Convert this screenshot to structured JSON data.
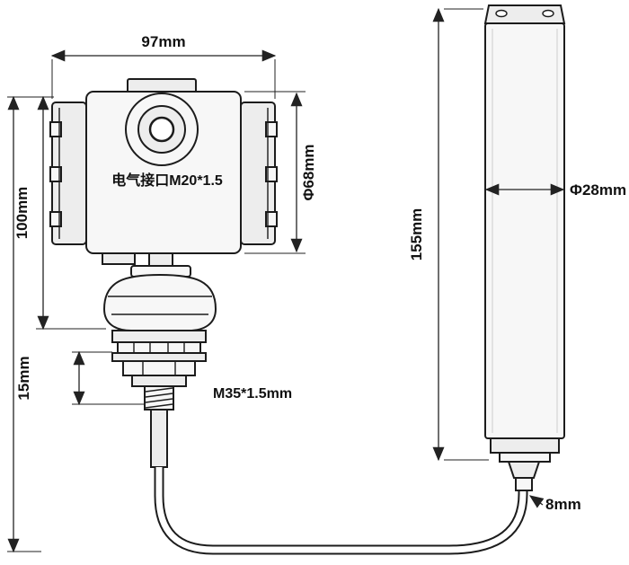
{
  "diagram": {
    "dimensions": {
      "housing_width": "97mm",
      "housing_height": "100mm",
      "housing_diameter": "Φ68mm",
      "neck_height": "15mm",
      "probe_length": "155mm",
      "probe_diameter": "Φ28mm",
      "cable_diameter": "8mm"
    },
    "labels": {
      "electrical_interface": "电气接口M20*1.5",
      "thread_spec": "M35*1.5mm"
    },
    "colors": {
      "line": "#1c1c1c",
      "dimension_line": "#222222",
      "fill_light": "#f7f7f7",
      "background": "#ffffff"
    }
  }
}
